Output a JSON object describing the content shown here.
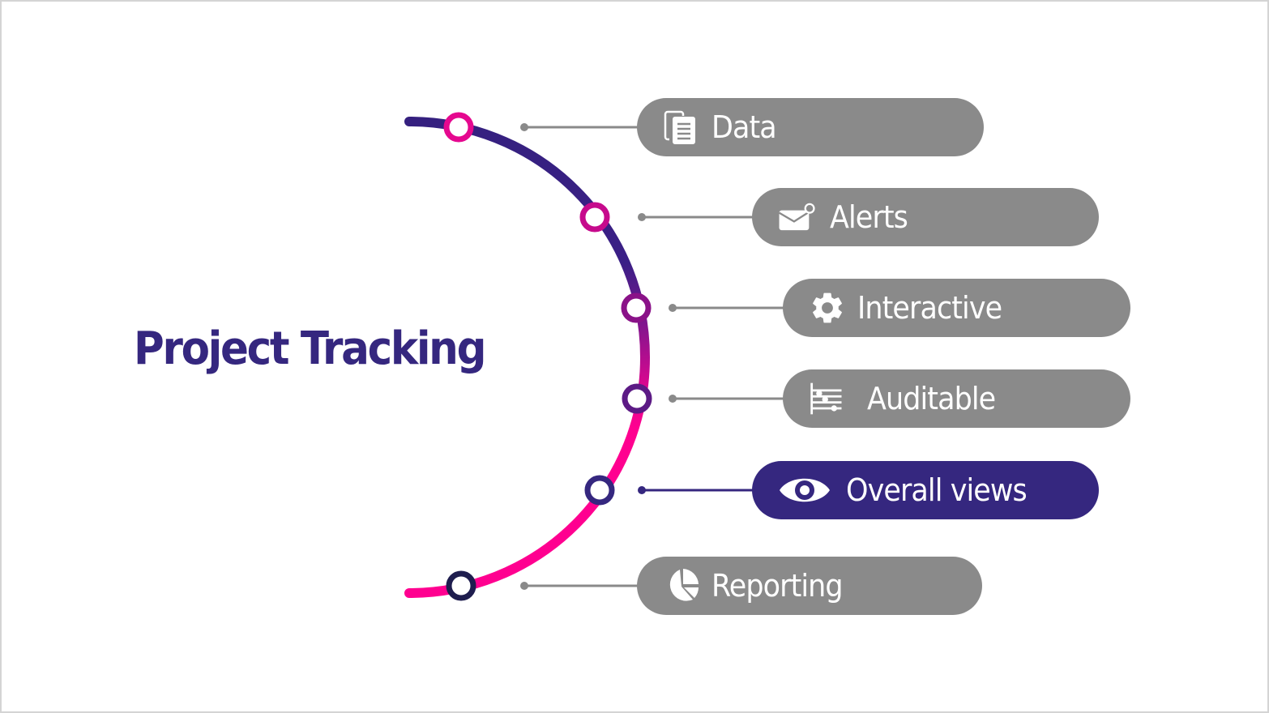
{
  "title": "Project Tracking",
  "colors": {
    "title": "#35277f",
    "pill_default": "#8a8a8a",
    "pill_active": "#35277f",
    "connector": "#8a8a8a",
    "arc_top": "#35277f",
    "arc_bottom": "#ff0090"
  },
  "items": [
    {
      "label": "Data",
      "icon": "documents-icon",
      "active": false
    },
    {
      "label": "Alerts",
      "icon": "mail-notification-icon",
      "active": false
    },
    {
      "label": "Interactive",
      "icon": "gear-icon",
      "active": false
    },
    {
      "label": "Auditable",
      "icon": "timeline-list-icon",
      "active": false
    },
    {
      "label": "Overall views",
      "icon": "eye-icon",
      "active": true
    },
    {
      "label": "Reporting",
      "icon": "pie-chart-icon",
      "active": false
    }
  ]
}
